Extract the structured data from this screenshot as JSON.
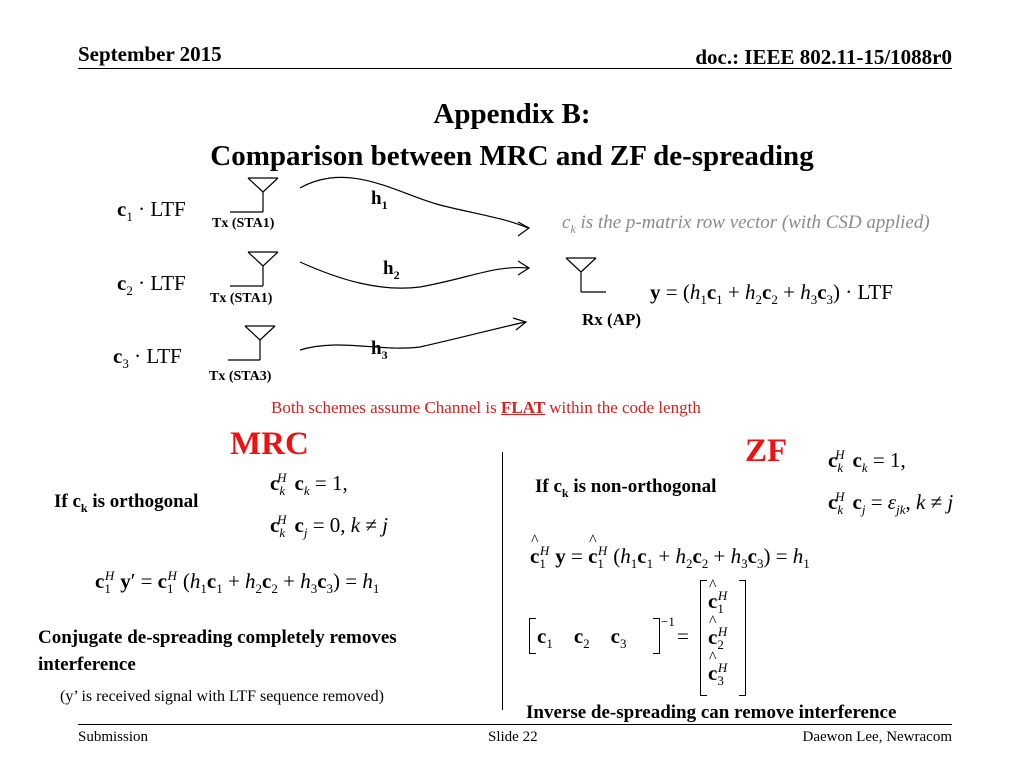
{
  "header": {
    "date": "September 2015",
    "doc": "doc.: IEEE 802.11-15/1088r0"
  },
  "title": {
    "line1": "Appendix B:",
    "line2": "Comparison between MRC and ZF de-spreading"
  },
  "diagram": {
    "tx": [
      {
        "signal": "c",
        "sub": "1",
        "rest": " · LTF",
        "label": "Tx (STA1)",
        "channel": "h",
        "channel_sub": "1"
      },
      {
        "signal": "c",
        "sub": "2",
        "rest": " · LTF",
        "label": "Tx (STA1)",
        "channel": "h",
        "channel_sub": "2"
      },
      {
        "signal": "c",
        "sub": "3",
        "rest": " · LTF",
        "label": "Tx (STA3)",
        "channel": "h",
        "channel_sub": "3"
      }
    ],
    "rx_label": "Rx (AP)",
    "note_ck": "c",
    "note_ck_sub": "k",
    "note_text": " is the p-matrix row vector (with CSD applied)"
  },
  "flat_note": {
    "pre": "Both schemes assume Channel is ",
    "emph": "FLAT",
    "post": " within the code length"
  },
  "mrc": {
    "heading": "MRC",
    "cond_pre": "If c",
    "cond_sub": "k",
    "cond_post": " is orthogonal",
    "conclusion": "Conjugate de-spreading completely removes interference",
    "received_note": "(y’ is received signal with LTF sequence removed)"
  },
  "zf": {
    "heading": "ZF",
    "cond_pre": "If c",
    "cond_sub": "k",
    "cond_post": " is non-orthogonal",
    "conclusion": "Inverse de-spreading can remove interference"
  },
  "footer": {
    "left": "Submission",
    "center": "Slide 22",
    "right": "Daewon Lee, Newracom"
  }
}
